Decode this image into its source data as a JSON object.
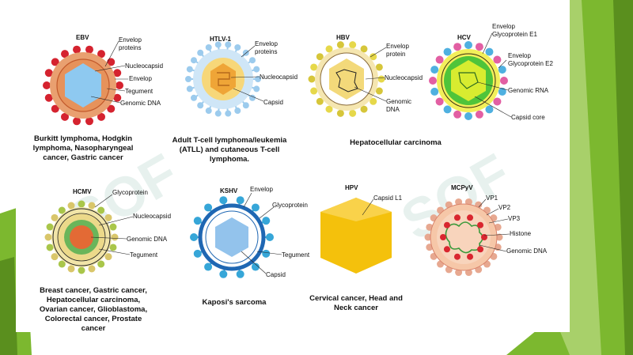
{
  "background": {
    "green_dark": "#5a8f1e",
    "green_mid": "#7cb82f",
    "green_light": "#a8d06a"
  },
  "watermark": {
    "text_left": "SOF",
    "text_right": "SOF"
  },
  "viruses": [
    {
      "id": "ebv",
      "title": "EBV",
      "labels": [
        "Envelop",
        "proteins",
        "Nucleocapsid",
        "Envelop",
        "Tegument",
        "Genomic DNA"
      ],
      "caption": [
        "Burkitt lymphoma, Hodgkin",
        "lymphoma, Nasopharyngeal",
        "cancer, Gastric cancer"
      ]
    },
    {
      "id": "htlv1",
      "title": "HTLV-1",
      "labels": [
        "Envelop",
        "proteins",
        "Nucleocapsid",
        "Capsid"
      ],
      "caption": [
        "Adult T-cell lymphoma/leukemia",
        "(ATLL) and cutaneous T-cell",
        "lymphoma."
      ]
    },
    {
      "id": "hbv",
      "title": "HBV",
      "labels": [
        "Envelop",
        "protein",
        "Nucleocapsid",
        "Genomic",
        "DNA"
      ],
      "caption": [
        "Hepatocellular carcinoma"
      ]
    },
    {
      "id": "hcv",
      "title": "HCV",
      "labels": [
        "Envelop",
        "Glycoprotein E1",
        "Envelop",
        "Glycoprotein E2",
        "Genomic RNA",
        "Capsid core"
      ],
      "caption": []
    },
    {
      "id": "hcmv",
      "title": "HCMV",
      "labels": [
        "Glycoprotein",
        "Nucleocapsid",
        "Genomic DNA",
        "Tegument"
      ],
      "caption": [
        "Breast cancer, Gastric cancer,",
        "Hepatocellular carcinoma,",
        "Ovarian cancer, Glioblastoma,",
        "Colorectal cancer, Prostate",
        "cancer"
      ]
    },
    {
      "id": "kshv",
      "title": "KSHV",
      "labels": [
        "Envelop",
        "Glycoprotein",
        "Tegument",
        "Capsid"
      ],
      "caption": [
        "Kaposi's sarcoma"
      ]
    },
    {
      "id": "hpv",
      "title": "HPV",
      "labels": [
        "Capsid L1"
      ],
      "caption": [
        "Cervical cancer, Head and",
        "Neck cancer"
      ]
    },
    {
      "id": "mcpyv",
      "title": "MCPyV",
      "labels": [
        "VP1",
        "VP2",
        "VP3",
        "Histone",
        "Genomic DNA"
      ],
      "caption": []
    }
  ]
}
